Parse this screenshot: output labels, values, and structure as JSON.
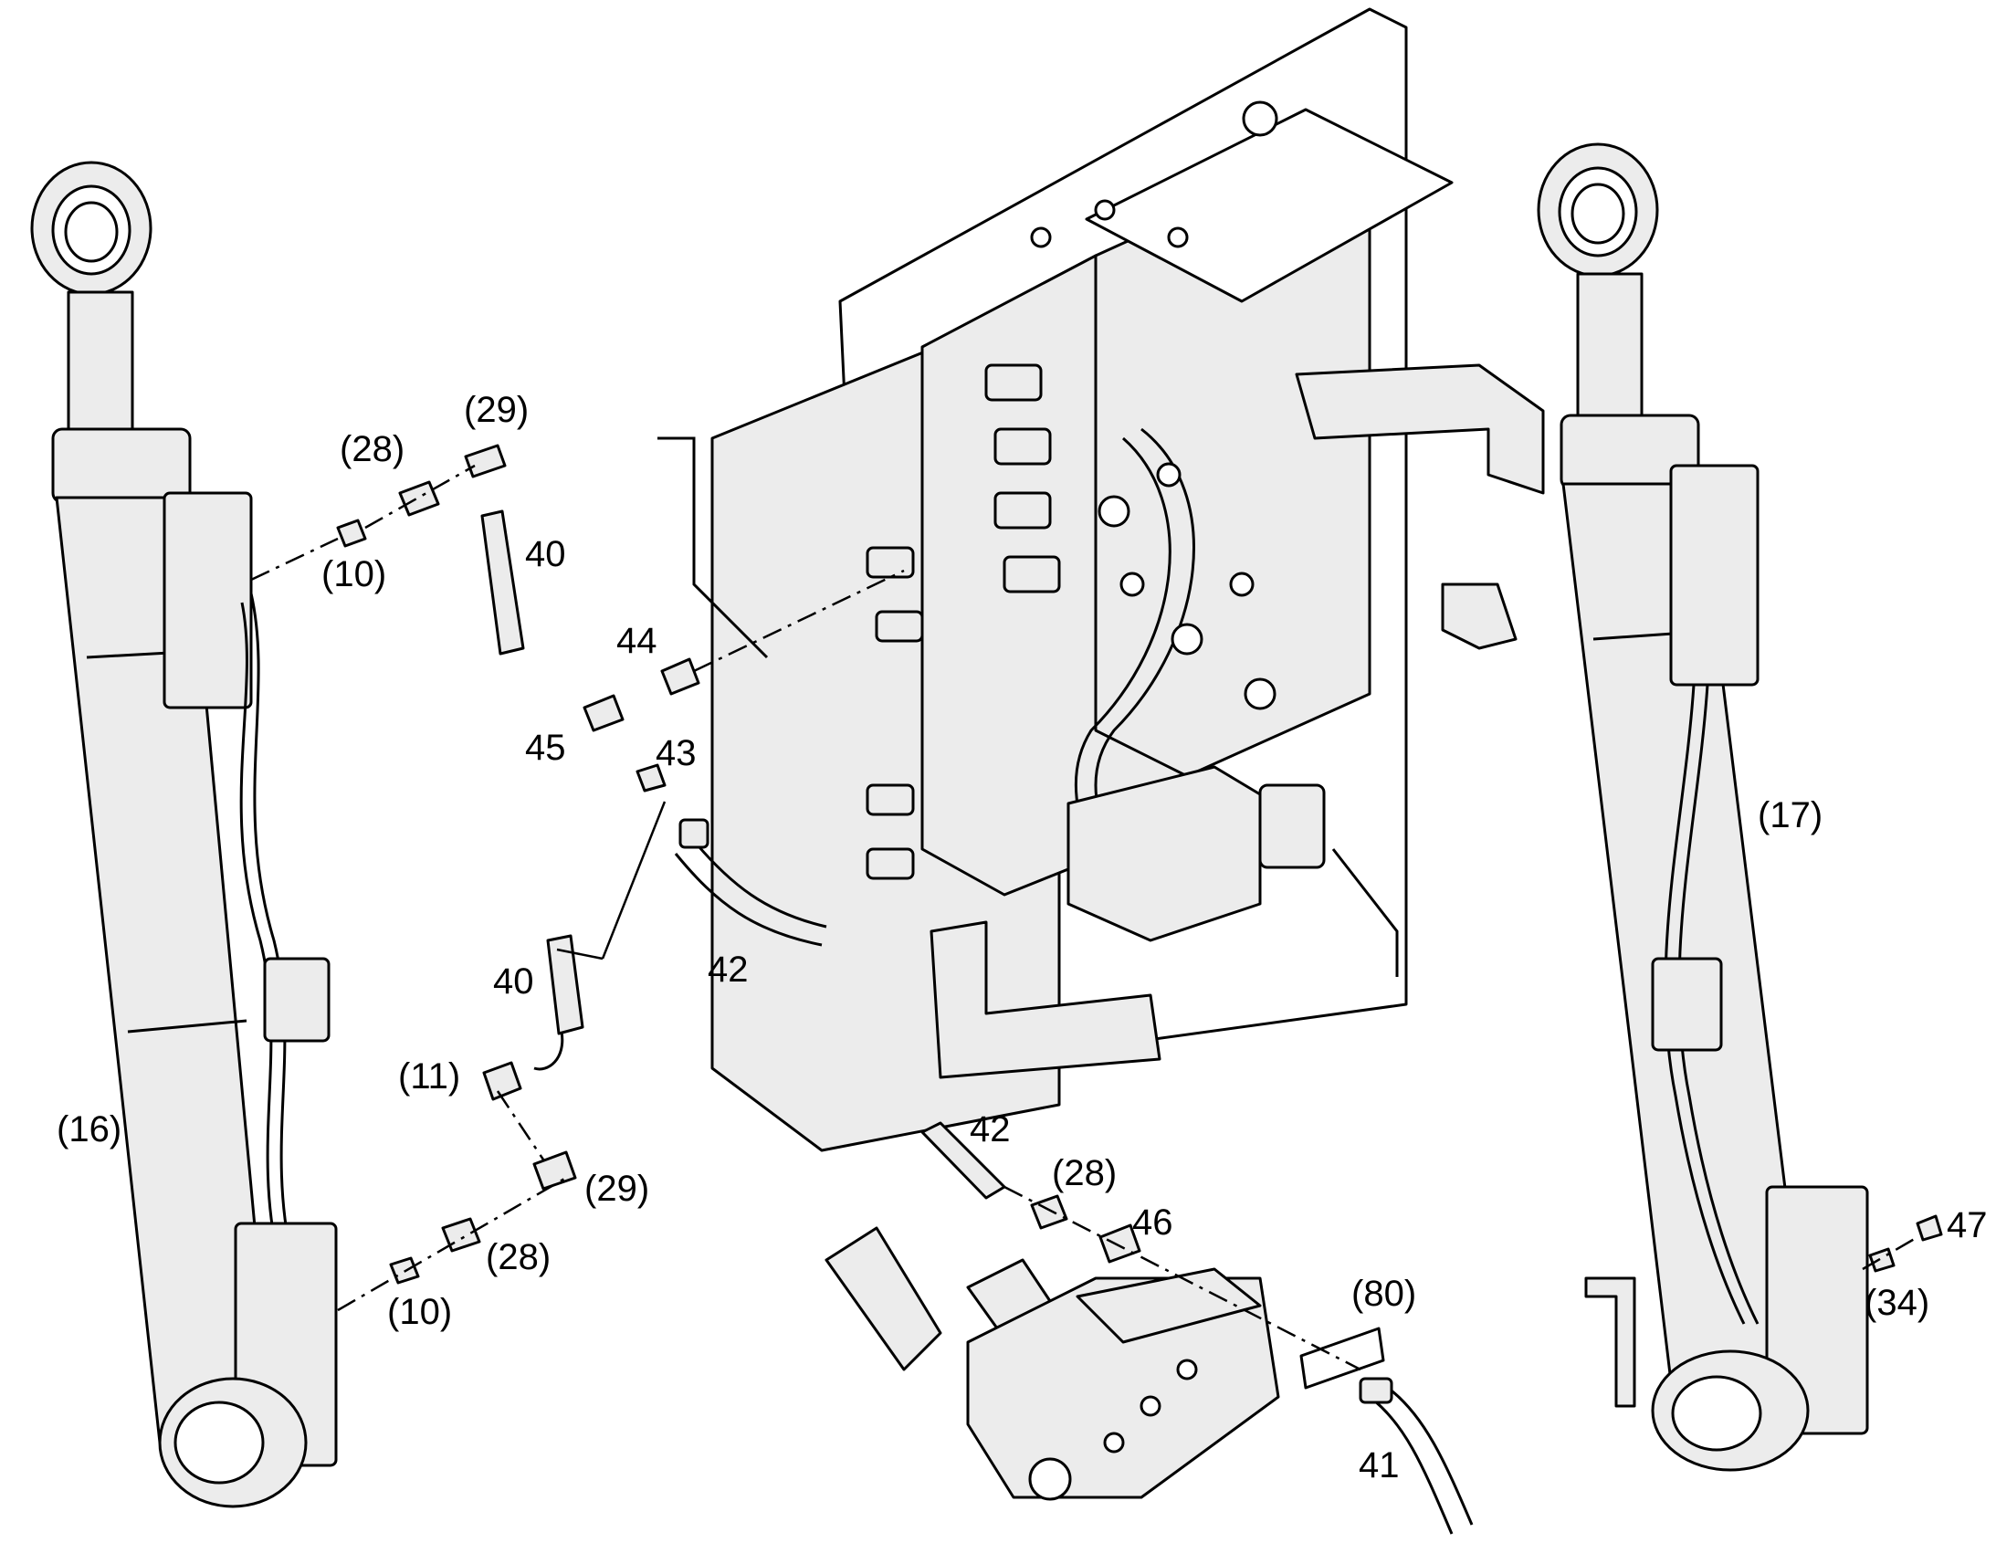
{
  "callouts": {
    "c16": "(16)",
    "c17": "(17)",
    "c10a": "(10)",
    "c10b": "(10)",
    "c28a": "(28)",
    "c28b": "(28)",
    "c28c": "(28)",
    "c29a": "(29)",
    "c29b": "(29)",
    "c11": "(11)",
    "c40a": "40",
    "c40b": "40",
    "c41": "41",
    "c42a": "42",
    "c42b": "42",
    "c43": "43",
    "c44": "44",
    "c45": "45",
    "c46": "46",
    "c47": "47",
    "c80": "(80)",
    "c34": "(34)"
  },
  "colors": {
    "line": "#000000",
    "part_fill": "#ececec",
    "background": "#ffffff"
  }
}
